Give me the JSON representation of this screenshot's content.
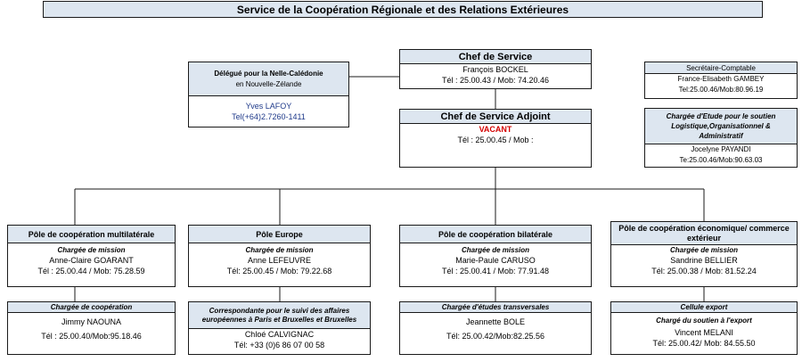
{
  "title": "Service de la Coopération Régionale et des Relations Extérieures",
  "chef": {
    "title": "Chef de Service",
    "name": "François BOCKEL",
    "phone": "Tél : 25.00.43 / Mob: 74.20.46"
  },
  "adjoint": {
    "title": "Chef de Service Adjoint",
    "status": "VACANT",
    "phone": "Tél : 25.00.45 / Mob :"
  },
  "delegue": {
    "title": "Délégué pour la Nelle-Calédonie",
    "subtitle": "en Nouvelle-Zélande",
    "name": "Yves LAFOY",
    "phone": "Tel(+64)2.7260-1411"
  },
  "secretaire": {
    "title": "Secrétaire-Comptable",
    "name": "France-Elisabeth GAMBEY",
    "phone": "Tel:25.00.46/Mob:80.96.19"
  },
  "etude": {
    "role": "Chargée d'Etude pour le soutien Logistique,Organisationnel & Administratif",
    "name": "Jocelyne PAYANDI",
    "phone": "Te:25.00.46/Mob:90.63.03"
  },
  "poles": [
    {
      "title": "Pôle de coopération multilatérale",
      "role": "Chargée de mission",
      "name": "Anne-Claire GOARANT",
      "phone": "Tél : 25.00.44 / Mob: 75.28.59"
    },
    {
      "title": "Pôle Europe",
      "role": "Chargée de mission",
      "name": "Anne LEFEUVRE",
      "phone": "Tél: 25.00.45 / Mob: 79.22.68"
    },
    {
      "title": "Pôle de coopération bilatérale",
      "role": "Chargée de mission",
      "name": "Marie-Paule CARUSO",
      "phone": "Tél : 25.00.41 / Mob: 77.91.48"
    },
    {
      "title": "Pôle de coopération économique/ commerce extérieur",
      "role": "Chargée de mission",
      "name": "Sandrine BELLIER",
      "phone": "Tél: 25.00.38 / Mob: 81.52.24"
    }
  ],
  "subs": [
    {
      "role": "Chargée de coopération",
      "name": "Jimmy NAOUNA",
      "phone": "Tél : 25.00.40/Mob:95.18.46"
    },
    {
      "role": "Correspondante pour le suivi des affaires européennes à Paris et Bruxelles et Bruxelles",
      "name": "Chloé CALVIGNAC",
      "phone": "Tél: +33 (0)6 86 07 00 58"
    },
    {
      "role": "Chargée d'études transversales",
      "name": "Jeannette BOLE",
      "phone": "Tél: 25.00.42/Mob:82.25.56"
    },
    {
      "role": "Cellule export",
      "role2": "Chargé du soutien à l'export",
      "name": "Vincent MELANI",
      "phone": "Tél: 25.00.42/ Mob: 84.55.50"
    }
  ]
}
